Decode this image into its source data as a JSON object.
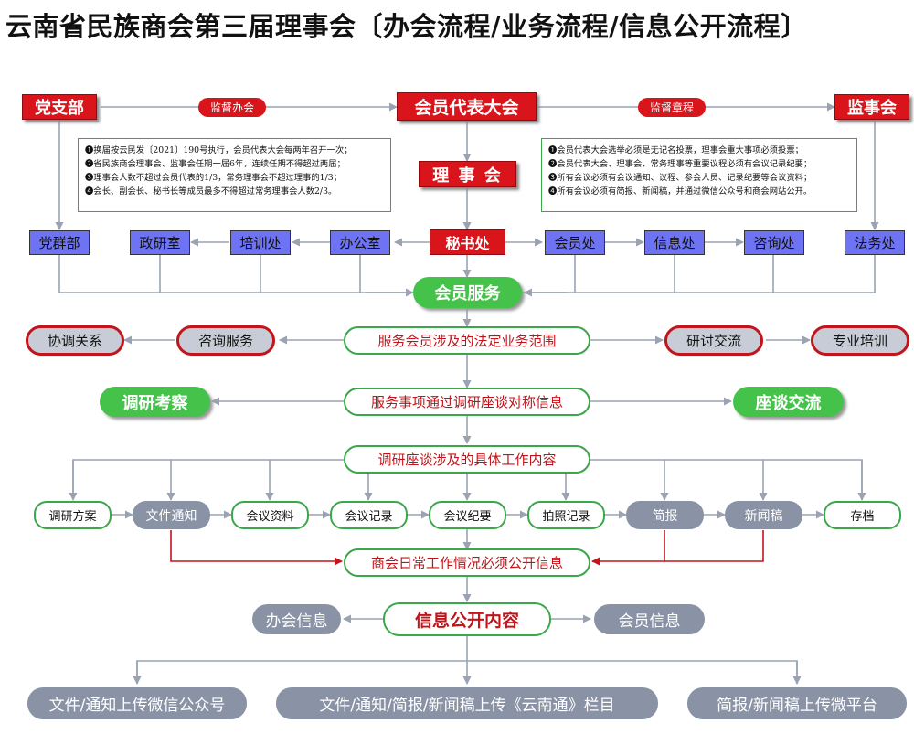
{
  "title": "云南省民族商会第三届理事会〔办会流程/业务流程/信息公开流程〕",
  "colors": {
    "red": "#d9141b",
    "blue": "#6d73f2",
    "green": "#44c24a",
    "gray": "#8a93a6",
    "line": "#9aa3b3"
  },
  "top": {
    "party": "党支部",
    "assembly": "会员代表大会",
    "supervisors": "监事会",
    "supervise_meeting": "监督办会",
    "supervise_charter": "监督章程",
    "council": "理 事 会"
  },
  "note_left": [
    "❶换届按云民发〔2021〕190号执行，会员代表大会每两年召开一次；",
    "❷省民族商会理事会、监事会任期一届6年，连续任期不得超过两届；",
    "❸理事会人数不超过会员代表的1/3，常务理事会不超过理事的1/3；",
    "❹会长、副会长、秘书长等成员最多不得超过常务理事会人数2/3。"
  ],
  "note_right": [
    "❶会员代表大会选举必须是无记名投票，理事会重大事项必须投票；",
    "❷会员代表大会、理事会、常务理事等重要议程必须有会议记录纪要；",
    "❸所有会议必须有会议通知、议程、参会人员、记录纪要等会议资料；",
    "❹所有会议必须有简报、新闻稿，并通过微信公众号和商会网站公开。"
  ],
  "departments": {
    "party_masses": "党群部",
    "policy": "政研室",
    "training": "培训处",
    "office": "办公室",
    "secretariat": "秘书处",
    "member": "会员处",
    "info": "信息处",
    "consult": "咨询处",
    "legal": "法务处"
  },
  "member_service": "会员服务",
  "legal_scope": "服务会员涉及的法定业务范围",
  "coordinate": "协调关系",
  "consult_service": "咨询服务",
  "seminar": "研讨交流",
  "pro_training": "专业培训",
  "symmetric_info": "服务事项通过调研座谈对称信息",
  "research": "调研考察",
  "symposium": "座谈交流",
  "specific_work": "调研座谈涉及的具体工作内容",
  "items": [
    "调研方案",
    "文件通知",
    "会议资料",
    "会议记录",
    "会议纪要",
    "拍照记录",
    "简报",
    "新闻稿",
    "存档"
  ],
  "must_disclose": "商会日常工作情况必须公开信息",
  "disclosure": {
    "center": "信息公开内容",
    "left": "办会信息",
    "right": "会员信息"
  },
  "channels": [
    "文件/通知上传微信公众号",
    "文件/通知/简报/新闻稿上传《云南通》栏目",
    "简报/新闻稿上传微平台"
  ]
}
